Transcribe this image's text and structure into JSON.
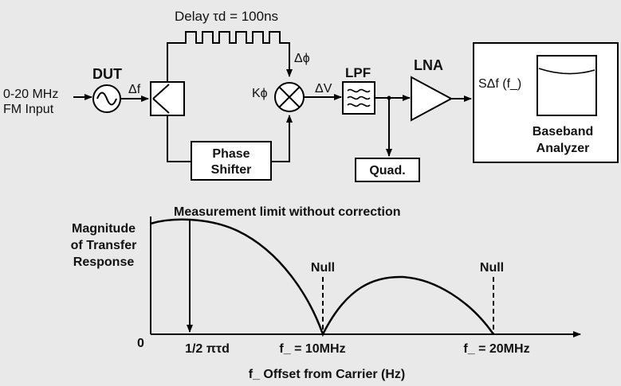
{
  "block_diagram": {
    "input_label_line1": "0-20 MHz",
    "input_label_line2": "FM Input",
    "dut_label": "DUT",
    "delta_f_label": "Δf",
    "delay_label": "Delay τd = 100ns",
    "delta_phi_label": "Δϕ",
    "k_phi_label": "Kϕ",
    "delta_v_label": "ΔV",
    "lpf_label": "LPF",
    "lna_label": "LNA",
    "phase_shifter_line1": "Phase",
    "phase_shifter_line2": "Shifter",
    "quad_label": "Quad.",
    "analyzer_input_label": "SΔf (f_)",
    "analyzer_line1": "Baseband",
    "analyzer_line2": "Analyzer"
  },
  "transfer_plot": {
    "ylabel_line1": "Magnitude",
    "ylabel_line2": "of Transfer",
    "ylabel_line3": "Response",
    "y_zero_label": "0",
    "annotation": "Measurement limit without correction",
    "null1_label": "Null",
    "null2_label": "Null",
    "x_tick_1": "1/2 πτd",
    "x_tick_2": "f_ = 10MHz",
    "x_tick_3": "f_ = 20MHz",
    "xlabel": "f_ Offset from Carrier (Hz)"
  }
}
